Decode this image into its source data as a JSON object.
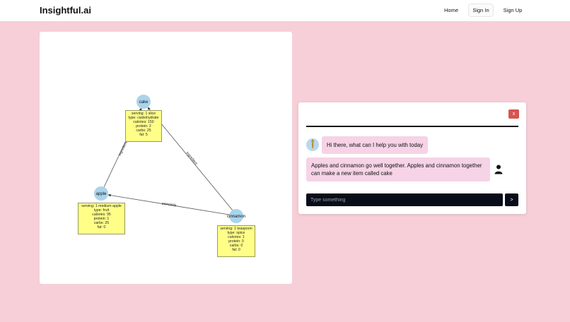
{
  "header": {
    "brand": "Insightful.ai",
    "nav": {
      "home": "Home",
      "sign_in": "Sign In",
      "sign_up": "Sign Up"
    }
  },
  "graph": {
    "nodes": {
      "cake": {
        "label": "cake",
        "info": [
          "serving: 1 slice",
          "type: carbohydrate",
          "calories: 150",
          "protein: 2",
          "carbs: 25",
          "fat: 5"
        ]
      },
      "apple": {
        "label": "apple",
        "info": [
          "serving: 1 medium apple",
          "type: fruit",
          "calories: 95",
          "protein: 1",
          "carbs: 25",
          "fat: 0"
        ]
      },
      "cinnamon": {
        "label": "cinnamon",
        "info": [
          "serving: 1 teaspoon",
          "type: spice",
          "calories: 1",
          "protein: 0",
          "carbs: 0",
          "fat: 0"
        ]
      }
    },
    "edges": {
      "apple_cake": "ingredient",
      "cinnamon_cake": "ingredient",
      "cinnamon_apple": "pairsWith"
    },
    "colors": {
      "node": "#a9d4ec",
      "info_box": "#ffff88",
      "edge": "#555555"
    }
  },
  "chat": {
    "close_label": "x",
    "messages": [
      {
        "role": "bot",
        "text": "Hi there, what can I help you with today"
      },
      {
        "role": "user",
        "text": "Apples and cinnamon go well together. Apples and cinnamon together can make a new item called cake"
      }
    ],
    "input_placeholder": "Type something",
    "send_label": ">",
    "colors": {
      "bubble": "#f6d3e6",
      "close": "#d9534f",
      "input": "#090d1a"
    }
  },
  "theme": {
    "background": "#f6cfd8"
  }
}
